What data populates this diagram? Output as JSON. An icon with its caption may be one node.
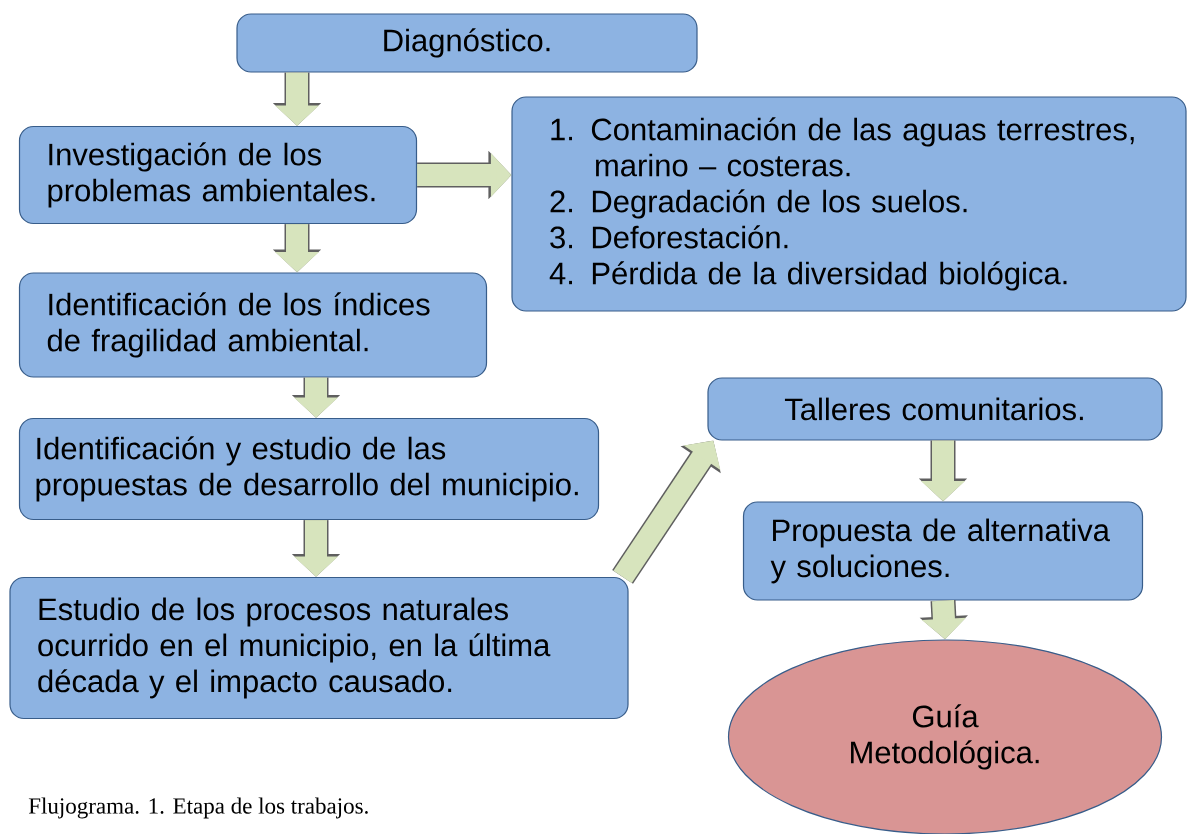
{
  "diagram": {
    "caption": "Flujograma. 1. Etapa de los trabajos.",
    "nodes": [
      {
        "text": [
          "Diagnóstico."
        ]
      },
      {
        "text": [
          "Investigación de los problemas ambientales."
        ]
      },
      {
        "text": [
          "1. Contaminación de las aguas terrestres, marino – costeras.",
          "2. Degradación de los suelos.",
          "3. Deforestación.",
          "4. Pérdida de la diversidad biológica."
        ]
      },
      {
        "text": [
          "Identificación de los índices de fragilidad ambiental."
        ]
      },
      {
        "text": [
          "Identificación y estudio de las propuestas de desarrollo del municipio."
        ]
      },
      {
        "text": [
          "Estudio de los procesos naturales ocurrido en el municipio, en la última década y el impacto causado."
        ]
      },
      {
        "text": [
          "Talleres comunitarios."
        ]
      },
      {
        "text": [
          "Propuesta de alternativa y soluciones."
        ]
      },
      {
        "text": [
          "Guía Metodológica."
        ]
      }
    ],
    "edges": [
      {
        "from": 0,
        "to": 1,
        "arrow": "to"
      },
      {
        "from": 1,
        "to": 2,
        "arrow": "to"
      },
      {
        "from": 1,
        "to": 3,
        "arrow": "to"
      },
      {
        "from": 3,
        "to": 4,
        "arrow": "to"
      },
      {
        "from": 4,
        "to": 5,
        "arrow": "to"
      },
      {
        "from": 5,
        "to": 6,
        "arrow": "to"
      },
      {
        "from": 6,
        "to": 7,
        "arrow": "to"
      },
      {
        "from": 7,
        "to": 8,
        "arrow": "to"
      }
    ]
  }
}
